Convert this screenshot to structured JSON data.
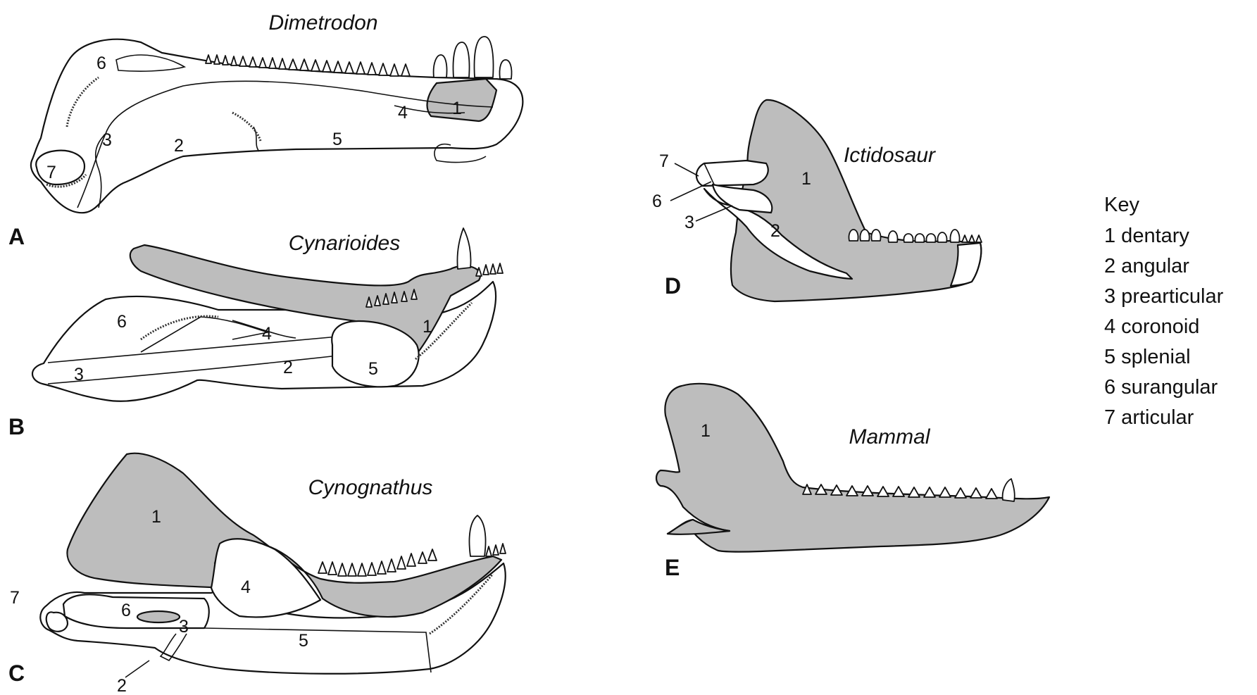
{
  "panels": [
    {
      "letter": "A",
      "species": "Dimetrodon"
    },
    {
      "letter": "B",
      "species": "Cynarioides"
    },
    {
      "letter": "C",
      "species": "Cynognathus"
    },
    {
      "letter": "D",
      "species": "Ictidosaur"
    },
    {
      "letter": "E",
      "species": "Mammal"
    }
  ],
  "labels": {
    "a": [
      "6",
      "3",
      "2",
      "7",
      "4",
      "5",
      "1"
    ],
    "b": [
      "6",
      "4",
      "3",
      "2",
      "5",
      "1"
    ],
    "c": [
      "1",
      "4",
      "7",
      "6",
      "3",
      "5",
      "2"
    ],
    "d": [
      "7",
      "6",
      "3",
      "2",
      "1"
    ],
    "e": [
      "1"
    ]
  },
  "key": {
    "title": "Key",
    "items": [
      "1 dentary",
      "2 angular",
      "3 prearticular",
      "4 coronoid",
      "5 splenial",
      "6 surangular",
      "7 articular"
    ]
  },
  "colors": {
    "dentary_fill": "#bdbdbd",
    "bone_fill": "#ffffff",
    "outline": "#111111"
  }
}
